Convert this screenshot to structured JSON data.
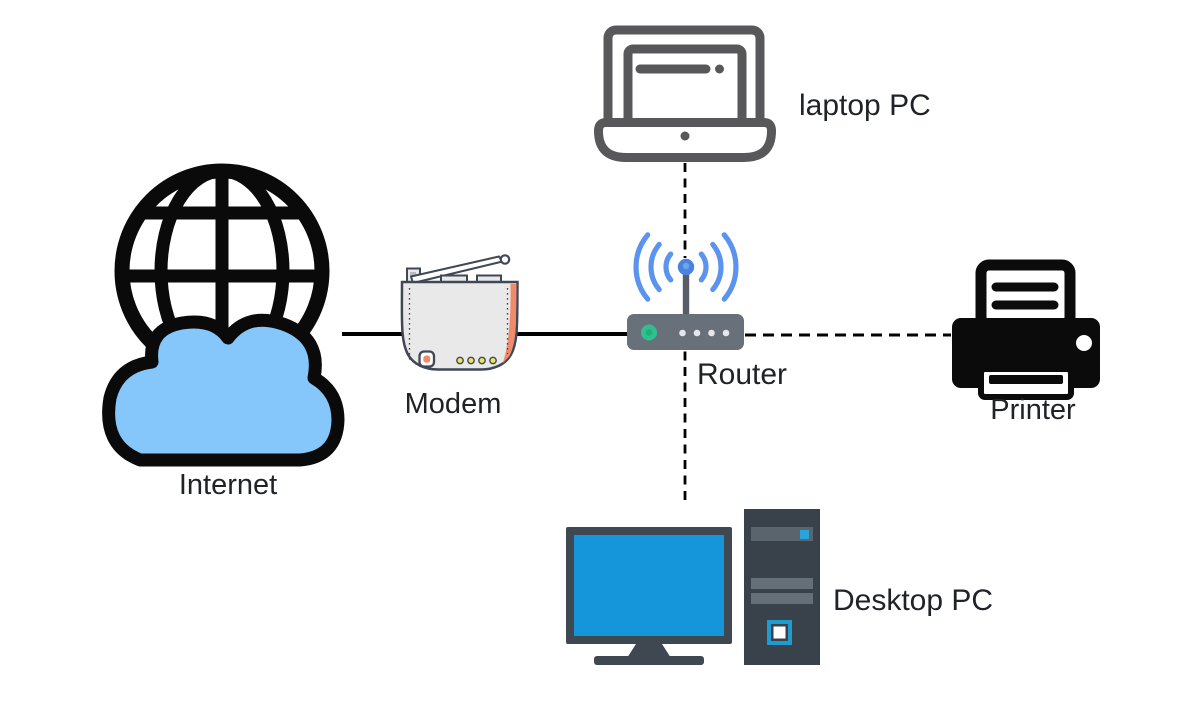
{
  "diagram": {
    "type": "network-topology",
    "nodes": [
      {
        "id": "internet",
        "label": "Internet"
      },
      {
        "id": "modem",
        "label": "Modem"
      },
      {
        "id": "router",
        "label": "Router"
      },
      {
        "id": "laptop",
        "label": "laptop PC"
      },
      {
        "id": "printer",
        "label": "Printer"
      },
      {
        "id": "desktop",
        "label": "Desktop PC"
      }
    ],
    "connections": [
      {
        "from": "internet",
        "to": "modem",
        "style": "solid"
      },
      {
        "from": "modem",
        "to": "router",
        "style": "solid"
      },
      {
        "from": "router",
        "to": "laptop",
        "style": "dashed"
      },
      {
        "from": "router",
        "to": "printer",
        "style": "dashed"
      },
      {
        "from": "router",
        "to": "desktop",
        "style": "dashed"
      }
    ],
    "colors": {
      "background": "#ffffff",
      "line": "#000000",
      "label_text": "#1f2328",
      "cloud_fill": "#85c6fb",
      "globe_stroke": "#0a0a0a",
      "laptop_gray": "#58585a",
      "printer_black": "#0b0b0b",
      "router_body": "#687079",
      "router_led_green": "#2ec08e",
      "wifi_blue": "#5b93ee",
      "antenna_ball_blue": "#4a82e0",
      "modem_body": "#e9e9ea",
      "modem_outline": "#414855",
      "modem_accent_orange": "#ef8b6b",
      "modem_led_yellow": "#eae55f",
      "monitor_frame": "#3f4850",
      "screen_blue": "#1596db",
      "tower_body": "#39424a",
      "tower_accent_blue": "#29a3db"
    }
  }
}
